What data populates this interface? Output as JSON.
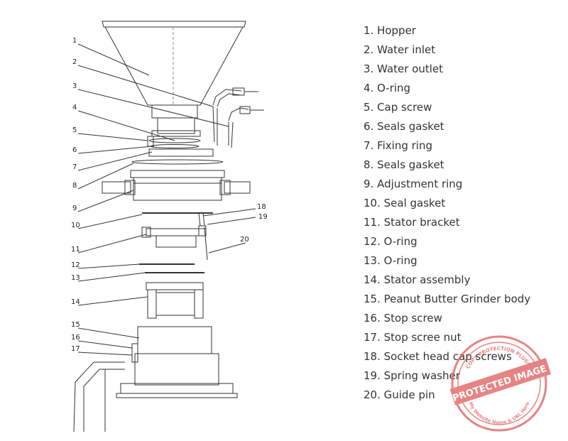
{
  "diagram": {
    "callouts": [
      "1",
      "2",
      "3",
      "4",
      "5",
      "6",
      "7",
      "8",
      "9",
      "10",
      "11",
      "12",
      "13",
      "14",
      "15",
      "16",
      "17",
      "18",
      "19",
      "20"
    ]
  },
  "legend": {
    "items": [
      "1. Hopper",
      "2. Water inlet",
      "3. Water outlet",
      "4. O-ring",
      "5. Cap screw",
      "6. Seals gasket",
      "7. Fixing ring",
      "8. Seals gasket",
      "9. Adjustment ring",
      "10. Seal gasket",
      "11. Stator bracket",
      "12. O-ring",
      "13. O-ring",
      "14. Stator assembly",
      "15. Peanut Butter Grinder body",
      "16. Stop screw",
      "17. Stop scree nut",
      "18. Socket head cap screws",
      "19. Spring washer",
      "20. Guide pin"
    ]
  },
  "watermark": {
    "main_text": "PROTECTED IMAGE",
    "top_text": "COPY PROTECTION PLUGIN",
    "bottom_text": "My Website Name & URL Here",
    "color": "#e05a5a"
  }
}
